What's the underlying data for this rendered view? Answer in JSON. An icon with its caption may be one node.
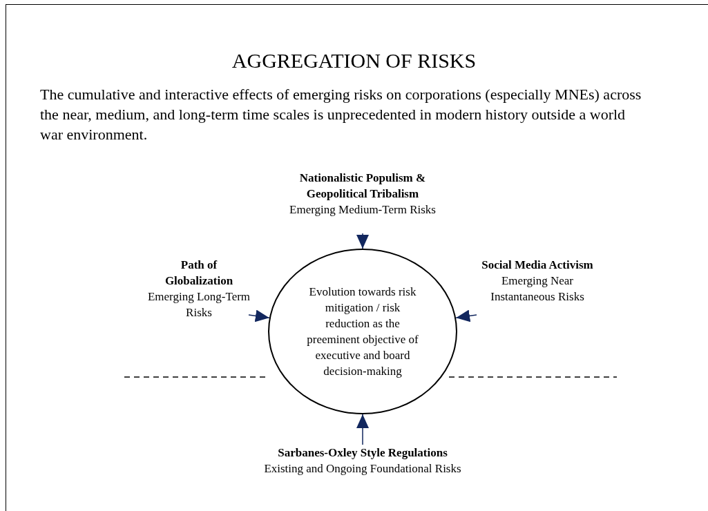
{
  "diagram": {
    "title": "AGGREGATION OF RISKS",
    "nodes": [
      {
        "text": [
          "Nationalistic Populism & Geopolitical Tribalism",
          "Emerging Medium-Term Risks"
        ]
      },
      {
        "text": [
          "Path of Globalization",
          "Emerging Long-Term Risks"
        ]
      },
      {
        "text": [
          "Evolution towards risk mitigation / risk reduction as the preeminent objective of executive and board decision-making"
        ]
      },
      {
        "text": [
          "Social Media Activism",
          "Emerging Near Instantaneous Risks"
        ]
      },
      {
        "text": [
          "Sarbanes-Oxley Style Regulations",
          "Existing and Ongoing Foundational Risks"
        ]
      }
    ],
    "edges": [
      {
        "from": 0,
        "to": 2,
        "arrow": "to"
      },
      {
        "from": 1,
        "to": 2,
        "arrow": "to"
      },
      {
        "from": 3,
        "to": 2,
        "arrow": "to"
      },
      {
        "from": 4,
        "to": 2,
        "arrow": "to"
      }
    ],
    "labels": [
      "The cumulative and interactive effects of emerging risks on corporations (especially MNEs) across the near, medium, and long-term time scales is unprecedented in modern history outside a world war environment."
    ]
  }
}
